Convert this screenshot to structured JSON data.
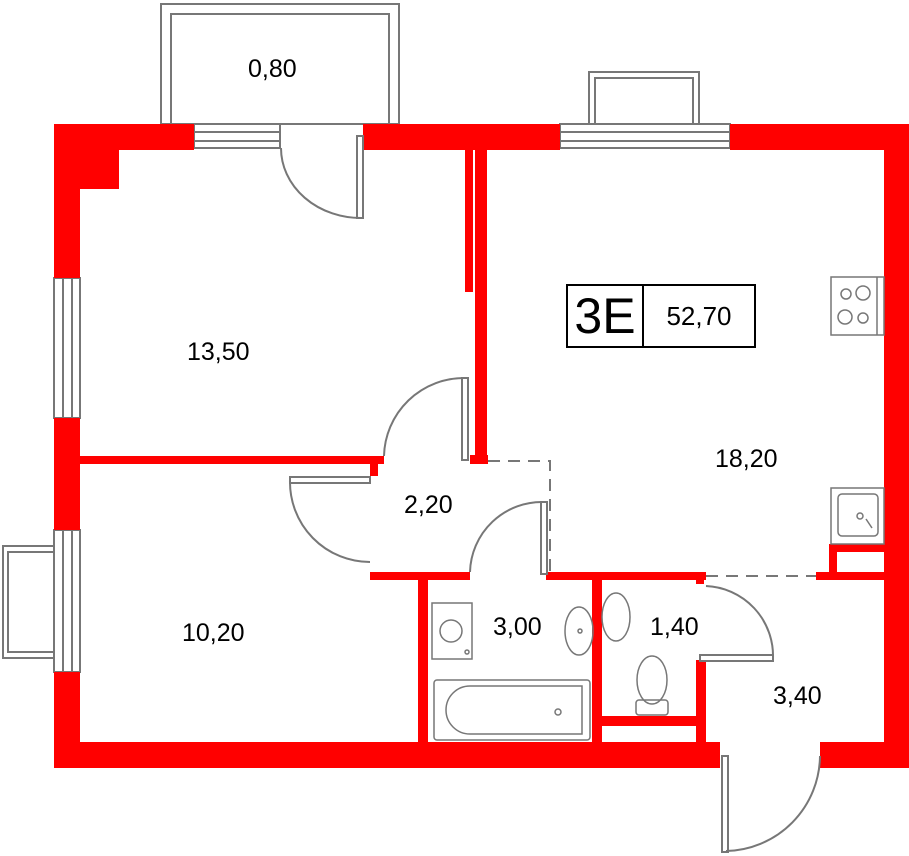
{
  "plan": {
    "apartment_type": "3E",
    "total_area": "52,70",
    "wall_color": "#ff0000",
    "fixture_color": "#777777"
  },
  "rooms": [
    {
      "name": "balcony",
      "area": "0,80"
    },
    {
      "name": "bedroom-1",
      "area": "13,50"
    },
    {
      "name": "bedroom-2",
      "area": "10,20"
    },
    {
      "name": "corridor",
      "area": "2,20"
    },
    {
      "name": "bathroom",
      "area": "3,00"
    },
    {
      "name": "toilet",
      "area": "1,40"
    },
    {
      "name": "hallway",
      "area": "3,40"
    },
    {
      "name": "kitchen-living",
      "area": "18,20"
    }
  ],
  "fixtures": [
    "stove-icon",
    "kitchen-sink-icon",
    "washing-machine-icon",
    "bathroom-sink-icon",
    "toilet-sink-icon",
    "toilet-icon",
    "bathtub-icon"
  ]
}
